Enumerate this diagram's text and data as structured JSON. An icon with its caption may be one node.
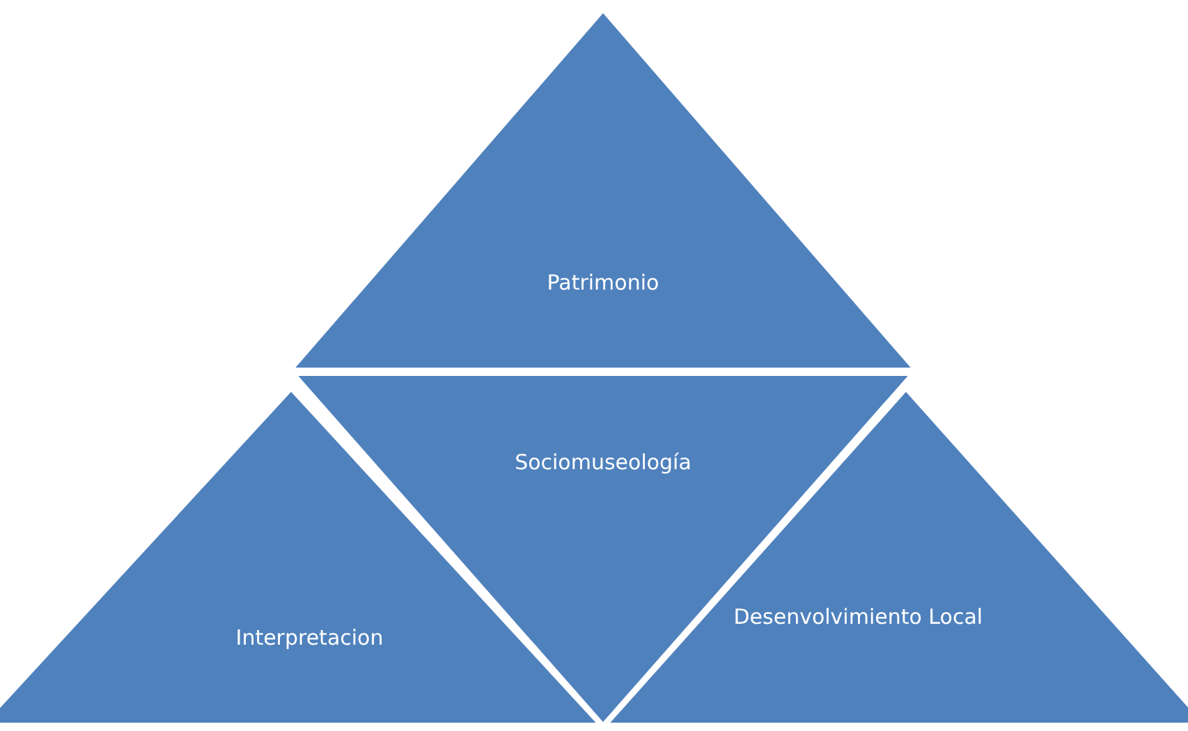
{
  "diagram": {
    "nodes": [
      {
        "text": [
          "Patrimonio"
        ]
      },
      {
        "text": [
          "Sociomuseología"
        ]
      },
      {
        "text": [
          "Interpretacion"
        ]
      },
      {
        "text": [
          "Desenvolvimiento Local"
        ]
      }
    ]
  }
}
